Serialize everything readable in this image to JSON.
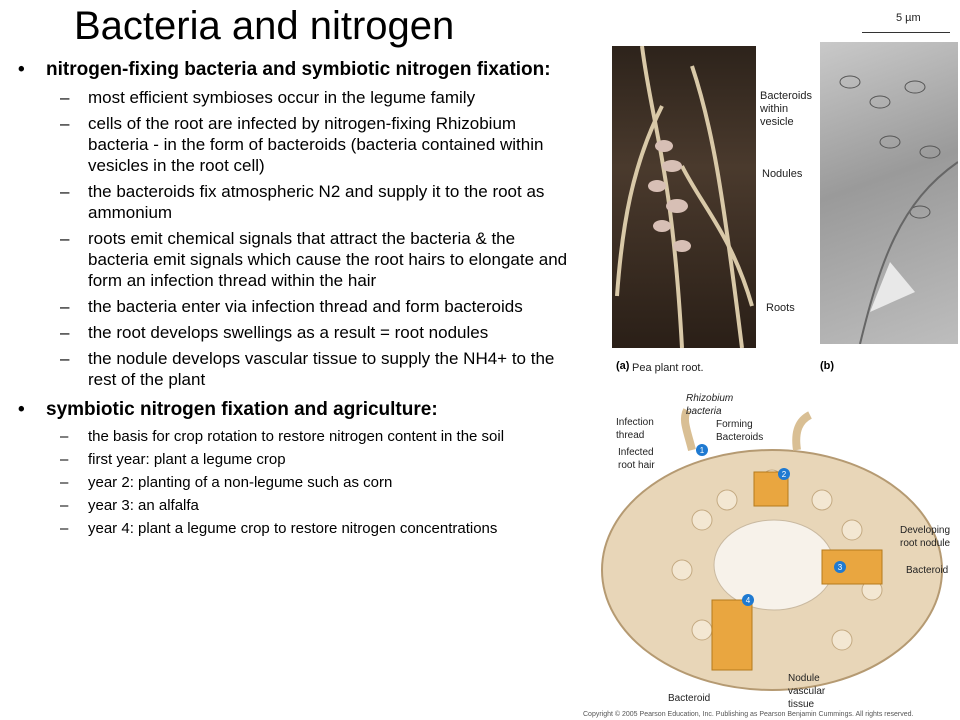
{
  "title": "Bacteria and nitrogen",
  "bullets": [
    {
      "heading": "nitrogen-fixing bacteria and symbiotic nitrogen fixation:",
      "items": [
        "most efficient symbioses occur in the legume family",
        "cells of the root are infected by nitrogen-fixing Rhizobium bacteria - in the form of bacteroids (bacteria contained within vesicles in the root cell)",
        "the bacteroids fix atmospheric N2 and supply it to the root as ammonium",
        "roots emit chemical signals that attract the bacteria & the bacteria emit signals which cause the root hairs to elongate and form an infection thread within the hair",
        "the bacteria enter via infection thread and form bacteroids",
        "the root develops swellings as a result = root nodules",
        "the nodule develops vascular tissue to supply the NH4+ to the rest of the plant"
      ]
    },
    {
      "heading": "symbiotic nitrogen fixation and agriculture:",
      "items": [
        "the basis for crop rotation to restore nitrogen content in the soil",
        "first year: plant a legume crop",
        "year 2: planting of a non-legume such as corn",
        "year 3:  an alfalfa",
        "year 4: plant a legume crop to restore nitrogen concentrations"
      ]
    }
  ],
  "figure": {
    "scale": "5 µm",
    "photo_a_labels": {
      "nodules": "Nodules",
      "roots": "Roots",
      "panel": "(a)",
      "caption": "Pea plant root."
    },
    "photo_b_labels": {
      "bacteroids": "Bacteroids within vesicle",
      "panel": "(b)"
    },
    "diagram_labels": {
      "rhizobium": "Rhizobium bacteria",
      "infection_thread": "Infection thread",
      "infected_root_hair": "Infected root hair",
      "forming_bacteroids": "Forming Bacteroids",
      "developing_nodule": "Developing root nodule",
      "bacteroid_right": "Bacteroid",
      "bacteroid_bottom": "Bacteroid",
      "nodule_vascular": "Nodule vascular tissue",
      "step1": "1",
      "step2": "2",
      "step3": "3",
      "step4": "4"
    },
    "copyright": "Copyright © 2005 Pearson Education, Inc. Publishing as Pearson Benjamin Cummings. All rights reserved."
  }
}
